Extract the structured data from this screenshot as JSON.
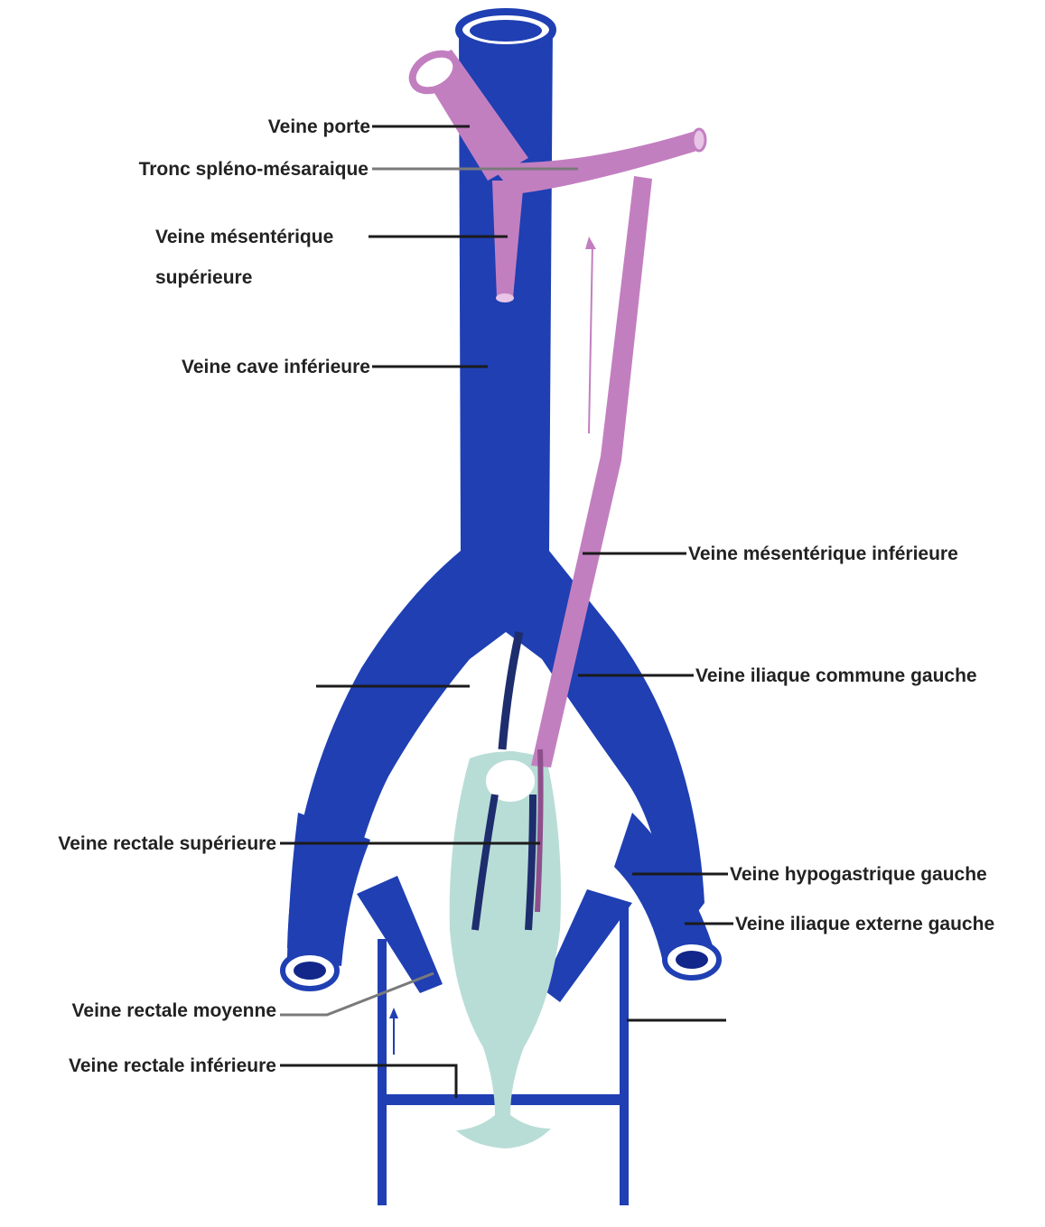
{
  "colors": {
    "vena_cava": "#1f3fb3",
    "vena_cava_dark": "#13268a",
    "portal": "#c27fc0",
    "portal_dark": "#8f4f8c",
    "rectum": "#b8ddd6",
    "leader": "#1b1b1b"
  },
  "labels": {
    "veine_porte": "Veine porte",
    "tronc_spleno": "Tronc spléno-mésaraique",
    "vms_line1": "Veine mésentérique",
    "vms_line2": "supérieure",
    "vci": "Veine cave inférieure",
    "vmi": "Veine mésentérique inférieure",
    "iliaque_commune_gauche": "Veine iliaque commune gauche",
    "rectale_superieure": "Veine rectale supérieure",
    "hypogastrique_gauche": "Veine hypogastrique gauche",
    "iliaque_externe_gauche": "Veine iliaque externe gauche",
    "rectale_moyenne": "Veine rectale moyenne",
    "rectale_inferieure": "Veine rectale inférieure"
  }
}
